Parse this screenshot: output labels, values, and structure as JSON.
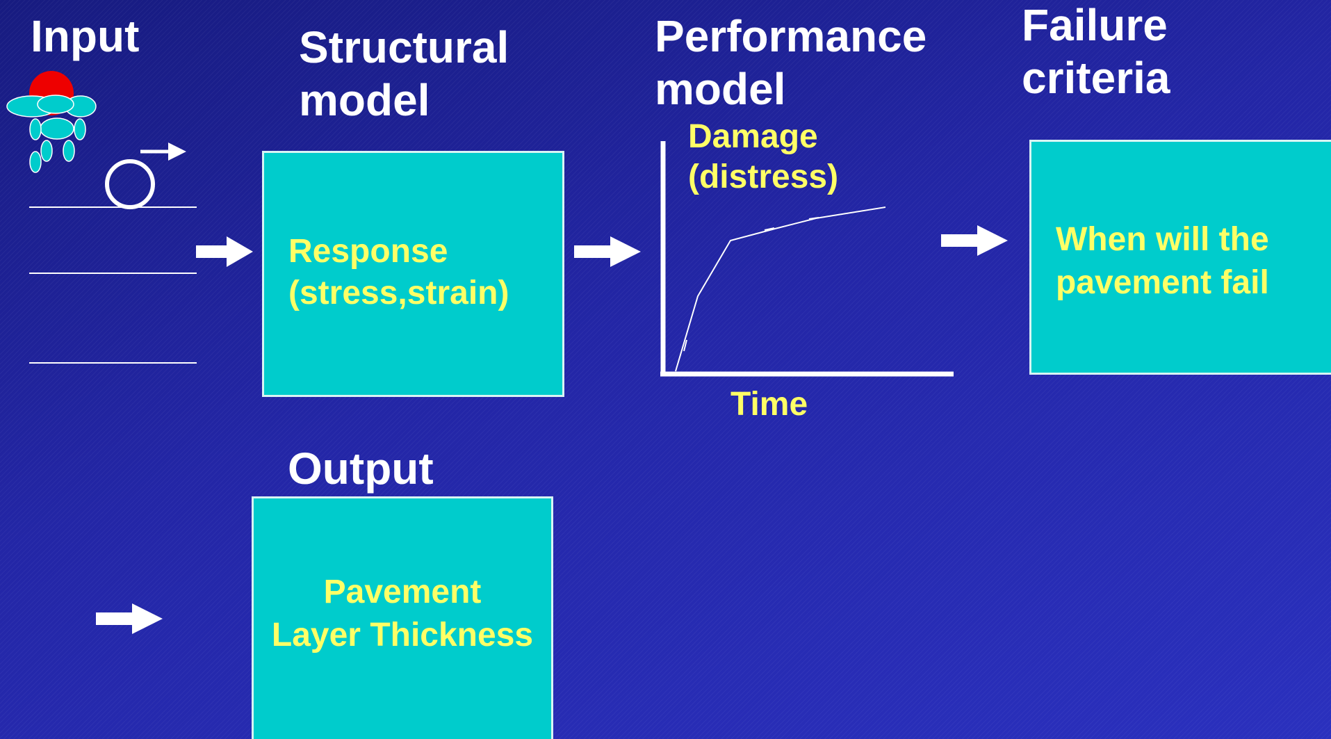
{
  "colors": {
    "background": "#1d1f8f",
    "box_fill": "#00cccc",
    "heading_text": "#ffffff",
    "box_text": "#ffff66",
    "rain_icon": "#00cccc",
    "sun_icon": "#ee0000"
  },
  "headings": {
    "input": "Input",
    "structural_line1": "Structural",
    "structural_line2": "model",
    "performance_line1": "Performance",
    "performance_line2": "model",
    "failure_line1": "Failure",
    "failure_line2": "criteria",
    "output": "Output"
  },
  "boxes": {
    "response_line1": "Response",
    "response_line2": "(stress,strain)",
    "failure_line1": "When will the",
    "failure_line2": "pavement fail",
    "output_line1": "Pavement",
    "output_line2": "Layer Thickness"
  },
  "graph": {
    "ylabel_line1": "Damage",
    "ylabel_line2": "(distress)",
    "xlabel": "Time"
  },
  "icons": [
    "rain-cloud-icon",
    "sun-icon",
    "wheel-icon",
    "arrow-right-icon"
  ]
}
